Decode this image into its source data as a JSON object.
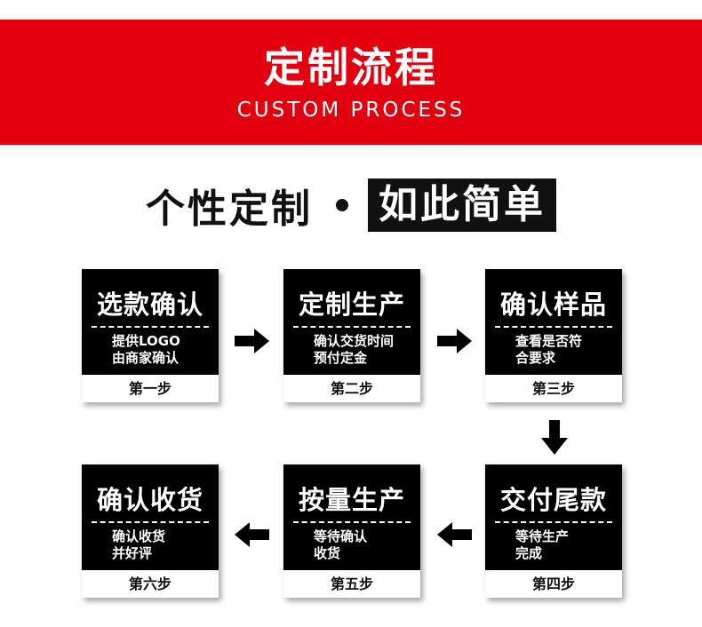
{
  "banner": {
    "title": "定制流程",
    "subtitle": "CUSTOM PROCESS"
  },
  "slogan": {
    "left": "个性定制",
    "right": "如此简单"
  },
  "steps": [
    {
      "title": "选款确认",
      "desc": [
        "提供LOGO",
        "由商家确认"
      ],
      "step": "第一步"
    },
    {
      "title": "定制生产",
      "desc": [
        "确认交货时间",
        "预付定金"
      ],
      "step": "第二步"
    },
    {
      "title": "确认样品",
      "desc": [
        "查看是否符",
        "合要求"
      ],
      "step": "第三步"
    },
    {
      "title": "交付尾款",
      "desc": [
        "等待生产",
        "完成"
      ],
      "step": "第四步"
    },
    {
      "title": "按量生产",
      "desc": [
        "等待确认",
        "收货"
      ],
      "step": "第五步"
    },
    {
      "title": "确认收货",
      "desc": [
        "确认收货",
        "并好评"
      ],
      "step": "第六步"
    }
  ],
  "colors": {
    "banner": "#e4010f",
    "card": "#000000",
    "arrow": "#000000"
  }
}
